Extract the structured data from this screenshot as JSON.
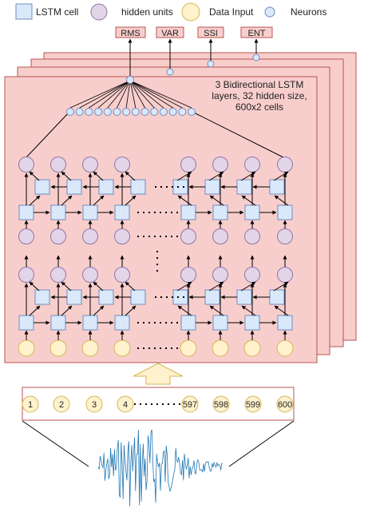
{
  "legend": {
    "lstm_cell": "LSTM cell",
    "hidden_units": "hidden units",
    "data_input": "Data Input",
    "neurons": "Neurons"
  },
  "outputs": [
    "RMS",
    "VAR",
    "SSI",
    "ENT"
  ],
  "model_description": {
    "line1": "3 Bidirectional LSTM",
    "line2": "layers, 32 hidden size,",
    "line3": "600x2 cells"
  },
  "input_sequence": [
    "1",
    "2",
    "3",
    "4",
    "597",
    "598",
    "599",
    "600"
  ],
  "neuron_count": 14,
  "colors": {
    "panel_fill": "#f8cecc",
    "panel_stroke": "#b85450",
    "lstm_fill": "#dae8fc",
    "lstm_stroke": "#6c8ebf",
    "hidden_fill": "#e1d5e7",
    "hidden_stroke": "#9673a6",
    "input_fill": "#fff2cc",
    "input_stroke": "#d6b656",
    "arrow_fill": "#fff2cc",
    "wave": "#1f77b4"
  }
}
